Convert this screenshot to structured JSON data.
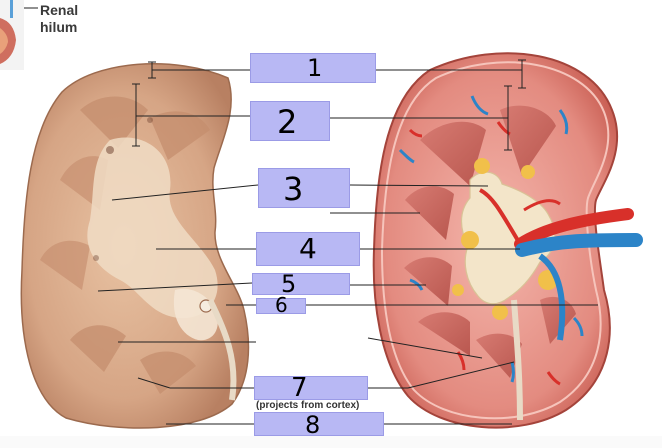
{
  "inset": {
    "line1": "Renal",
    "line2": "hilum"
  },
  "labels": [
    {
      "number": "1"
    },
    {
      "number": "2"
    },
    {
      "number": "3"
    },
    {
      "number": "4"
    },
    {
      "number": "5"
    },
    {
      "number": "6"
    },
    {
      "number": "7",
      "note": "(projects from cortex)"
    },
    {
      "number": "8"
    }
  ],
  "colors": {
    "label_box": "#b8b8f4",
    "left_kidney_tissue": "#d8a98a",
    "right_kidney_cortex": "#e8938a",
    "artery": "#d8302a",
    "vein": "#2c84c8",
    "fat": "#f1c04a"
  }
}
